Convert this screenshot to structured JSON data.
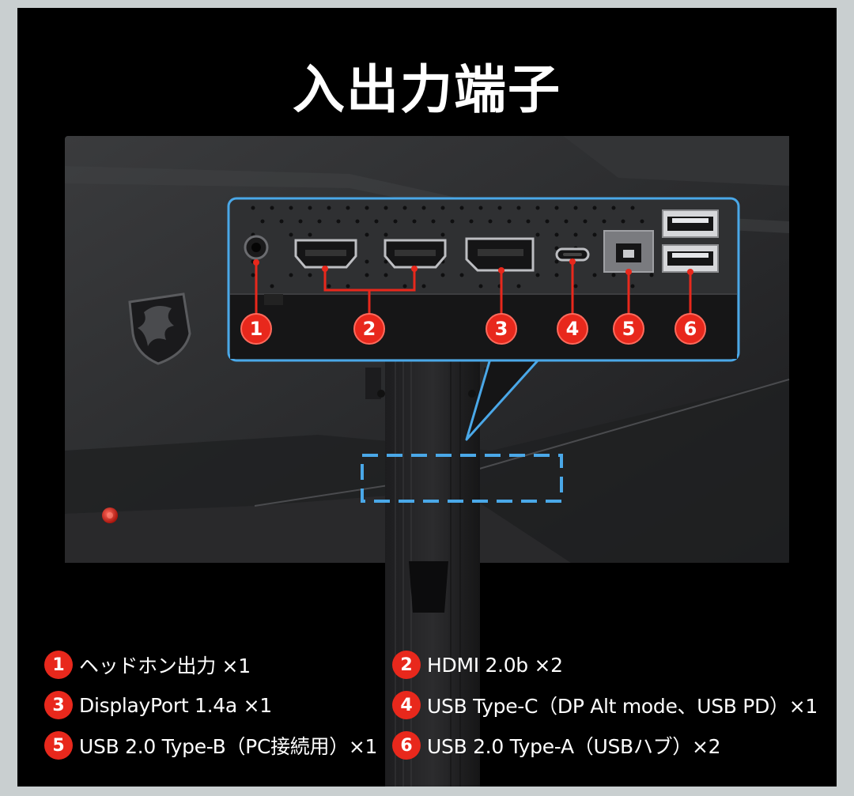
{
  "title": "入出力端子",
  "callouts": [
    "1",
    "2",
    "3",
    "4",
    "5",
    "6"
  ],
  "legend": [
    {
      "num": "1",
      "text": "ヘッドホン出力 ×1"
    },
    {
      "num": "2",
      "text": "HDMI 2.0b ×2"
    },
    {
      "num": "3",
      "text": "DisplayPort 1.4a ×1"
    },
    {
      "num": "4",
      "text": "USB Type-C（DP Alt mode、USB PD）×1"
    },
    {
      "num": "5",
      "text": "USB 2.0 Type-B（PC接続用）×1"
    },
    {
      "num": "6",
      "text": "USB 2.0 Type-A（USBハブ）×2"
    }
  ],
  "colors": {
    "accent_red": "#e8281c",
    "highlight_blue": "#4aa8e8",
    "background": "#000000"
  },
  "icons": {
    "brand": "dragon-shield-logo",
    "power": "power-button-icon"
  }
}
